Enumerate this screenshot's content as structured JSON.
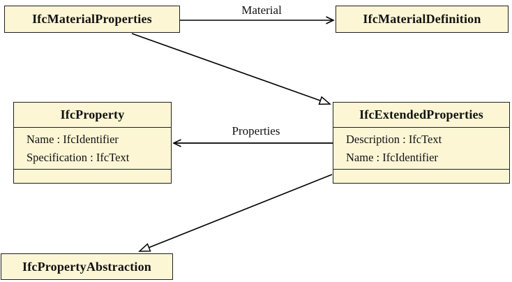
{
  "diagram": {
    "title": "IFC material properties class diagram",
    "colors": {
      "node_fill": "#fcf6d5",
      "node_border": "#1f1f1f",
      "line_color": "#000000",
      "generalization_arrow_fill": "#ffffff"
    }
  },
  "nodes": {
    "ifc_material_properties": {
      "title": "IfcMaterialProperties",
      "attributes": []
    },
    "ifc_material_definition": {
      "title": "IfcMaterialDefinition",
      "attributes": []
    },
    "ifc_property": {
      "title": "IfcProperty",
      "attributes": [
        "Name : IfcIdentifier",
        "Specification : IfcText"
      ]
    },
    "ifc_extended_properties": {
      "title": "IfcExtendedProperties",
      "attributes": [
        "Description : IfcText",
        "Name : IfcIdentifier"
      ]
    },
    "ifc_property_abstraction": {
      "title": "IfcPropertyAbstraction",
      "attributes": []
    }
  },
  "edges": {
    "material": {
      "label": "Material",
      "type": "association",
      "from": "IfcMaterialProperties",
      "to": "IfcMaterialDefinition"
    },
    "properties": {
      "label": "Properties",
      "type": "association",
      "from": "IfcExtendedProperties",
      "to": "IfcProperty"
    },
    "generalization_extended": {
      "label": "",
      "type": "generalization",
      "from": "IfcMaterialProperties",
      "to": "IfcExtendedProperties"
    },
    "generalization_abstraction": {
      "label": "",
      "type": "generalization",
      "from": "IfcExtendedProperties",
      "to": "IfcPropertyAbstraction"
    }
  }
}
